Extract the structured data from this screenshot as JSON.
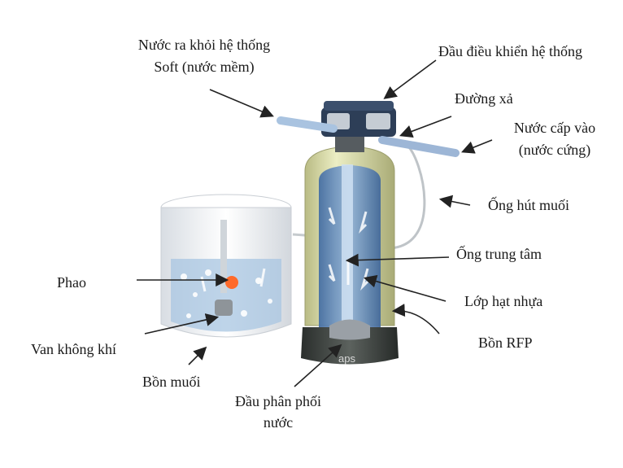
{
  "labels": {
    "water_out_line1": "Nước ra khỏi hệ thống",
    "water_out_line2": "Soft (nước mềm)",
    "control_head": "Đầu điều khiển hệ thống",
    "drain_line": "Đường xả",
    "water_in_line1": "Nước cấp vào",
    "water_in_line2": "(nước cứng)",
    "brine_tube": "Ống hút muối",
    "center_tube": "Ống trung tâm",
    "resin_layer": "Lớp hạt nhựa",
    "frp_tank": "Bồn RFP",
    "float": "Phao",
    "air_valve": "Van không khí",
    "brine_tank": "Bồn muối",
    "distributor_line1": "Đầu phân phối",
    "distributor_line2": "nước"
  },
  "brand_mark": "aps",
  "colors": {
    "tank_body": "#d9dba8",
    "tank_inner": "#5b84b8",
    "brine_tank": "#eef1f4",
    "base": "#3a3f3c",
    "arrow": "#222222"
  }
}
